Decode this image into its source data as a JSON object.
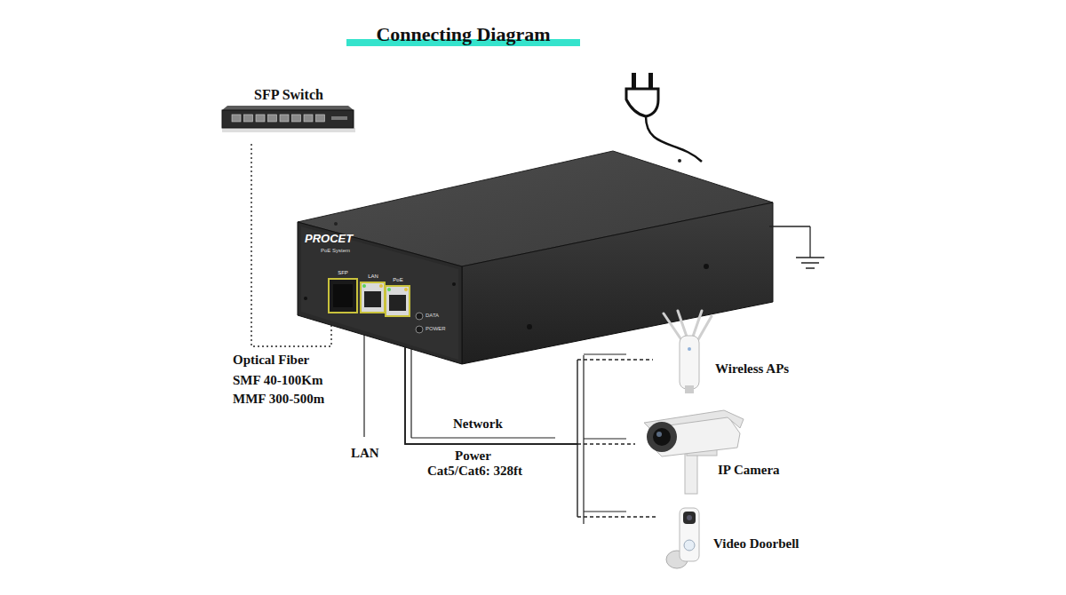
{
  "diagram": {
    "title": "Connecting Diagram",
    "nodes": [
      {
        "text": [
          "SFP Switch"
        ]
      },
      {
        "text": [
          "PROCET",
          "PoE System",
          "SFP",
          "LAN",
          "PoE",
          "DATA",
          "POWER"
        ]
      },
      {
        "text": [
          "Wireless APs"
        ]
      },
      {
        "text": [
          "IP Camera"
        ]
      },
      {
        "text": [
          "Video Doorbell"
        ]
      }
    ],
    "edges": [
      {
        "from": 0,
        "to": 1,
        "arrow": "none",
        "label": "Optical Fiber"
      },
      {
        "from": 1,
        "to": 2,
        "arrow": "none"
      },
      {
        "from": 1,
        "to": 3,
        "arrow": "none"
      },
      {
        "from": 1,
        "to": 4,
        "arrow": "none"
      }
    ],
    "labels": [
      "SMF 40-100Km",
      "MMF 300-500m",
      "LAN",
      "Network",
      "Power",
      "Cat5/Cat6: 328ft"
    ]
  }
}
